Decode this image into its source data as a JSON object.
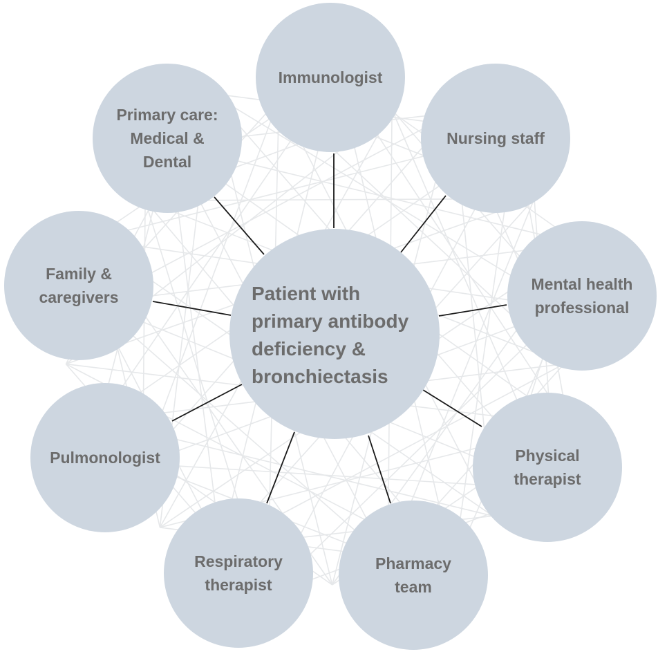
{
  "center": {
    "lines": [
      "Patient with",
      "primary antibody",
      "deficiency &",
      "bronchiectasis"
    ]
  },
  "nodes": [
    {
      "id": "immunologist",
      "lines": [
        "Immunologist"
      ]
    },
    {
      "id": "nursing-staff",
      "lines": [
        "Nursing staff"
      ]
    },
    {
      "id": "mental-health-professional",
      "lines": [
        "Mental health",
        "professional"
      ]
    },
    {
      "id": "physical-therapist",
      "lines": [
        "Physical",
        "therapist"
      ]
    },
    {
      "id": "pharmacy-team",
      "lines": [
        "Pharmacy",
        "team"
      ]
    },
    {
      "id": "respiratory-therapist",
      "lines": [
        "Respiratory",
        "therapist"
      ]
    },
    {
      "id": "pulmonologist",
      "lines": [
        "Pulmonologist"
      ]
    },
    {
      "id": "family-caregivers",
      "lines": [
        "Family &",
        "caregivers"
      ]
    },
    {
      "id": "primary-care",
      "lines": [
        "Primary care:",
        "Medical &",
        "Dental"
      ]
    }
  ],
  "colors": {
    "circle_fill": "#cdd6e0",
    "text": "#6c6c6c",
    "spoke": "#1a1a1a",
    "background_web": "#e6e8ea"
  }
}
